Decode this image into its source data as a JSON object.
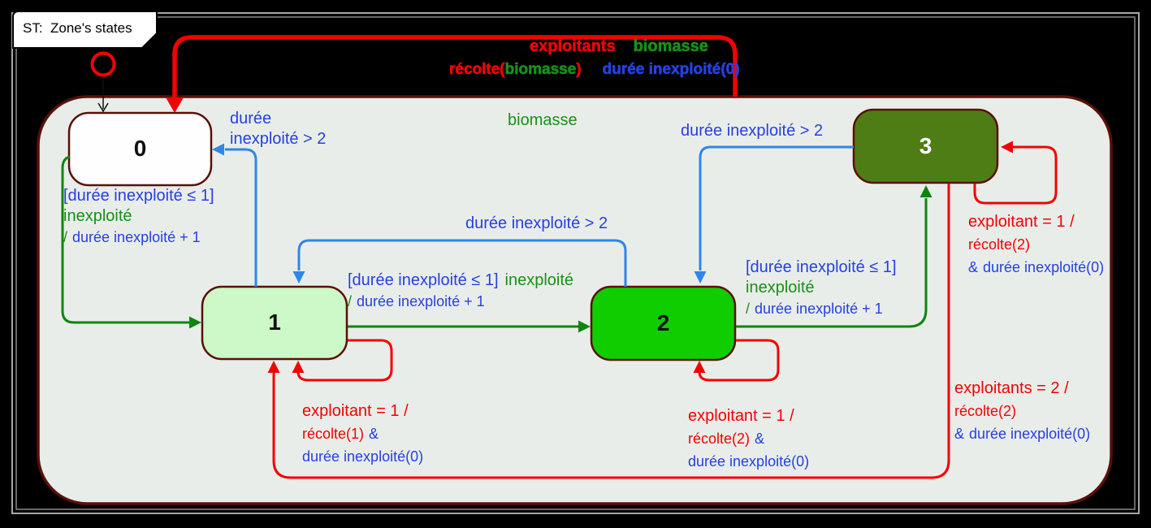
{
  "frame": {
    "title": "ST:  Zone's states"
  },
  "annotations": {
    "biomasse": "biomasse"
  },
  "states": {
    "s0": {
      "label": "0"
    },
    "s1": {
      "label": "1"
    },
    "s2": {
      "label": "2"
    },
    "s3": {
      "label": "3"
    }
  },
  "transitions": {
    "zone_reset": {
      "event_exploitants": "exploitants",
      "event_biomasse": "biomasse",
      "action_recolte_prefix": "récolte(",
      "action_recolte_arg": "biomasse",
      "action_recolte_suffix": ")",
      "action_duree": "durée inexploité(0)"
    },
    "t1_to_0": {
      "line1": "durée",
      "line2": "inexploité > 2"
    },
    "t0_to_1": {
      "guard": "[durée inexploité ≤ 1]",
      "event": "inexploité",
      "slash": "/",
      "action": "durée inexploité + 1"
    },
    "t1_to_2": {
      "guard": "[durée inexploité ≤ 1]",
      "event": "inexploité",
      "slash": "/",
      "action": "durée inexploité + 1"
    },
    "t2_to_1": {
      "label": "durée inexploité > 2"
    },
    "t2_to_3": {
      "guard": "[durée inexploité ≤ 1]",
      "event": "inexploité",
      "slash": "/",
      "action": "durée inexploité + 1"
    },
    "t3_to_2": {
      "label": "durée inexploité > 2"
    },
    "loop1": {
      "trigger": "exploitant = 1 /",
      "action1": "récolte(1)",
      "amp": "&",
      "action2": "durée inexploité(0)"
    },
    "loop2": {
      "trigger": "exploitant = 1 /",
      "action1": "récolte(2)",
      "amp": "&",
      "action2": "durée inexploité(0)"
    },
    "loop3": {
      "trigger": "exploitant = 1 /",
      "action1": "récolte(2)",
      "amp": "&",
      "action2": "durée inexploité(0)"
    },
    "t3_to_1": {
      "trigger": "exploitants = 2 /",
      "action1": "récolte(2)",
      "amp": "&",
      "action2": "durée inexploité(0)"
    }
  },
  "colors": {
    "red": "#f20202",
    "maroon": "#5a1008",
    "blue_text": "#2640e2",
    "blue_line": "#2f86e8",
    "green_text": "#179117",
    "green_line": "#108510",
    "state0_fill": "#fefefe",
    "state1_fill": "#cdf8c7",
    "state2_fill": "#10cd00",
    "state3_fill": "#4e7d15",
    "container_fill": "#e9ede9",
    "frame_gray": "#a6a6a6"
  }
}
